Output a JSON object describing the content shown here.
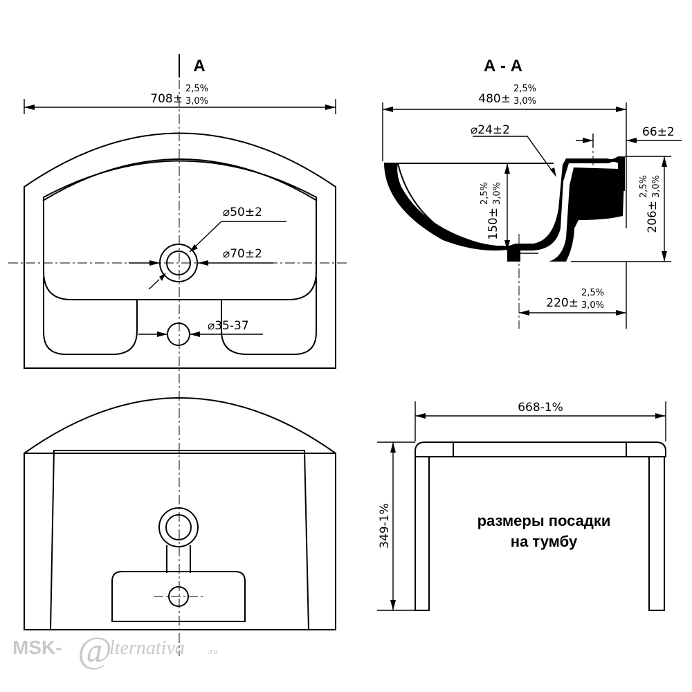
{
  "views": {
    "top": "А",
    "section": "А - А"
  },
  "dims": {
    "width_708": {
      "base": "708±",
      "sup": "2,5%",
      "sub": "3,0%"
    },
    "width_480": {
      "base": "480±",
      "sup": "2,5%",
      "sub": "3,0%"
    },
    "depth_150": {
      "base": "150±",
      "sup": "2,5%",
      "sub": "3,0%"
    },
    "height_206": {
      "base": "206±",
      "sup": "2,5%",
      "sub": "3,0%"
    },
    "depth_220": {
      "base": "220±",
      "sup": "2,5%",
      "sub": "3,0%"
    },
    "hole_50": "⌀50±2",
    "hole_70": "⌀70±2",
    "hole_35": "⌀35-37",
    "hole_24": "⌀24±2",
    "offset_66": "66±2",
    "width_668": "668-1%",
    "height_349": "349-1%"
  },
  "note": {
    "line1": "размеры посадки",
    "line2": "на тумбу"
  },
  "watermark": {
    "prefix": "MSK-",
    "logo": "@",
    "suffix": "lternativa",
    "tld": ".ru"
  }
}
